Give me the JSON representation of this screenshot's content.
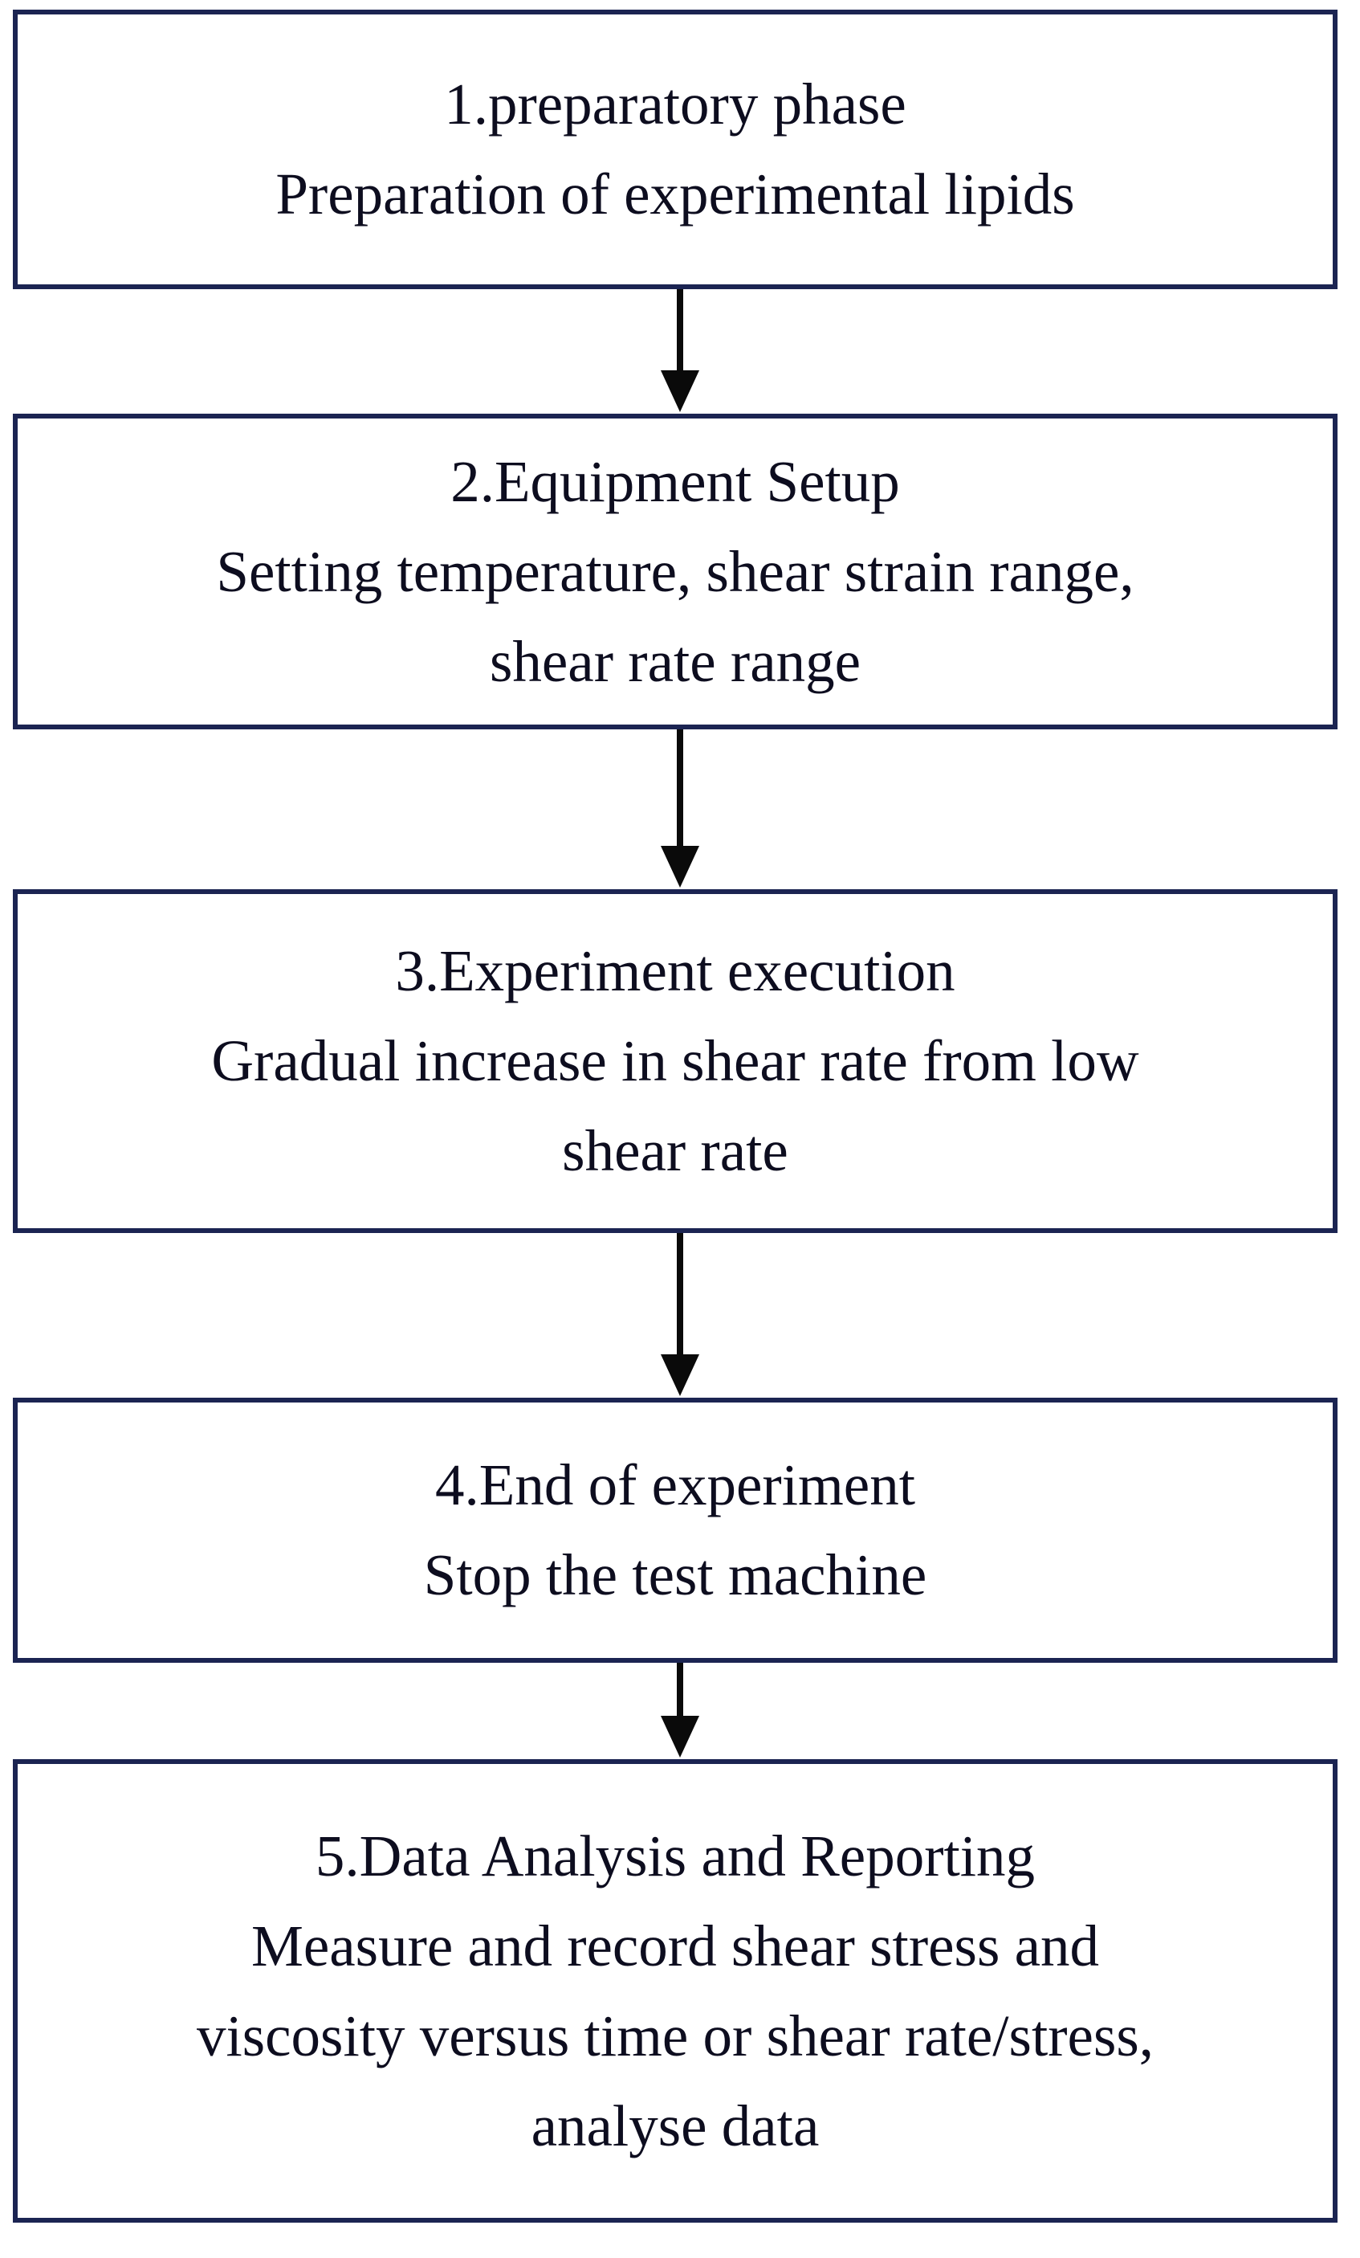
{
  "figure": {
    "type": "flowchart",
    "direction": "top-down",
    "colors": {
      "box_border": "#1b2452",
      "box_fill": "#ffffff",
      "text": "#0d0d1f",
      "arrow": "#0a0a0a",
      "background": "#ffffff"
    },
    "connector_icon": "arrow-down-icon",
    "steps": [
      {
        "order": 1,
        "lines": [
          "1.preparatory phase",
          "Preparation of experimental lipids"
        ]
      },
      {
        "order": 2,
        "lines": [
          "2.Equipment Setup",
          "Setting temperature, shear strain range,",
          "shear rate range"
        ]
      },
      {
        "order": 3,
        "lines": [
          "3.Experiment execution",
          "Gradual increase in shear rate from low",
          "shear rate"
        ]
      },
      {
        "order": 4,
        "lines": [
          "4.End of experiment",
          "Stop the test machine"
        ]
      },
      {
        "order": 5,
        "lines": [
          "5.Data Analysis and Reporting",
          "Measure and record shear stress and",
          "viscosity versus time or shear rate/stress,",
          "analyse data"
        ]
      }
    ]
  }
}
